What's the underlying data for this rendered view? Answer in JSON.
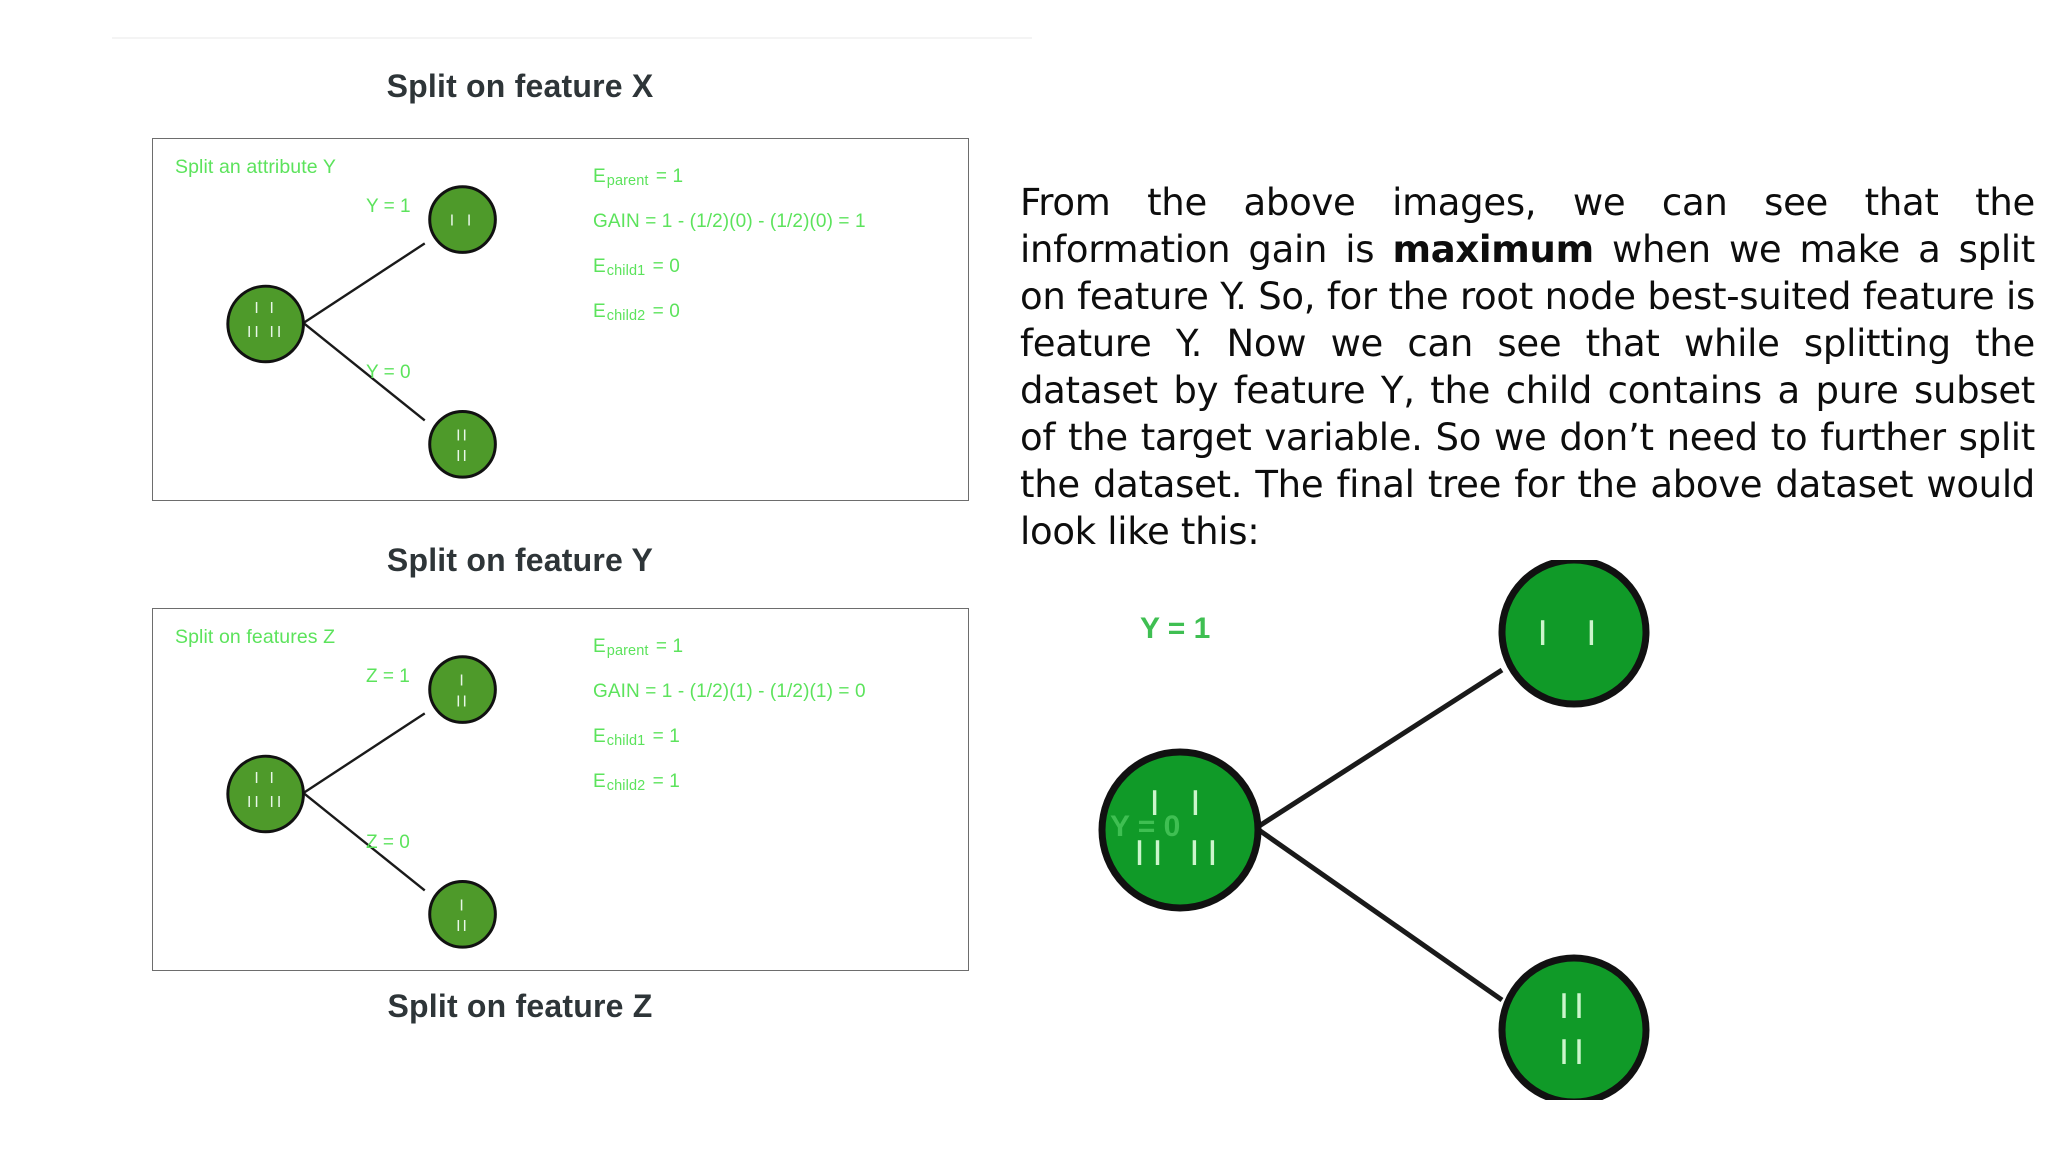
{
  "headings": {
    "split_x": "Split on feature X",
    "split_y": "Split on feature Y",
    "split_z": "Split on feature Z"
  },
  "colors": {
    "panel_node_green": "#4E9A2A",
    "final_node_green": "#109A28",
    "label_green": "#5CE35C",
    "edge_black": "#1a1a1a",
    "heading_gray": "#2E3538",
    "panel_border": "#6D6D6D"
  },
  "panel_1": {
    "label": "Split an attribute Y",
    "root_node": {
      "top_marks": "I  I",
      "bottom_marks": "II II"
    },
    "child_top": {
      "marks_line1": "I  I",
      "marks_line2": ""
    },
    "child_bottom": {
      "marks_line1": "II",
      "marks_line2": "II"
    },
    "edge_top_label": "Y = 1",
    "edge_bottom_label": "Y = 0",
    "formulas": [
      {
        "lead": "E",
        "sub": "parent",
        "tail": " = 1"
      },
      {
        "lead": "GAIN = 1 - (1/2)(0) - (1/2)(0) = 1",
        "sub": "",
        "tail": ""
      },
      {
        "lead": "E",
        "sub": "child1",
        "tail": " = 0"
      },
      {
        "lead": "E",
        "sub": "child2",
        "tail": " = 0"
      }
    ]
  },
  "panel_2": {
    "label": "Split on features Z",
    "root_node": {
      "top_marks": "I  I",
      "bottom_marks": "II II"
    },
    "child_top": {
      "marks_line1": "I",
      "marks_line2": "II"
    },
    "child_bottom": {
      "marks_line1": "I",
      "marks_line2": "II"
    },
    "edge_top_label": "Z = 1",
    "edge_bottom_label": "Z = 0",
    "formulas": [
      {
        "lead": "E",
        "sub": "parent",
        "tail": " = 1"
      },
      {
        "lead": "GAIN = 1 - (1/2)(1) - (1/2)(1) = 0",
        "sub": "",
        "tail": ""
      },
      {
        "lead": "E",
        "sub": "child1",
        "tail": " = 1"
      },
      {
        "lead": "E",
        "sub": "child2",
        "tail": " = 1"
      }
    ]
  },
  "paragraph": {
    "part_1": "From the above images, we can see that the information gain is ",
    "emphasis": "maximum",
    "part_2": " when we make a split on feature Y. So, for the root node best-suited feature is feature Y. Now we can see that while splitting the dataset by feature Y, the child contains a pure subset of the target variable. So we don’t need to further split the dataset. The final tree for the above dataset would look like this:"
  },
  "final_tree": {
    "root_node": {
      "top_marks": "I    I",
      "bottom_marks": "II   II"
    },
    "child_top": {
      "marks_line1": "I    I",
      "marks_line2": ""
    },
    "child_bottom": {
      "marks_line1": "II",
      "marks_line2": "II"
    },
    "edge_top_label": "Y = 1",
    "edge_bottom_label": "Y = 0"
  }
}
